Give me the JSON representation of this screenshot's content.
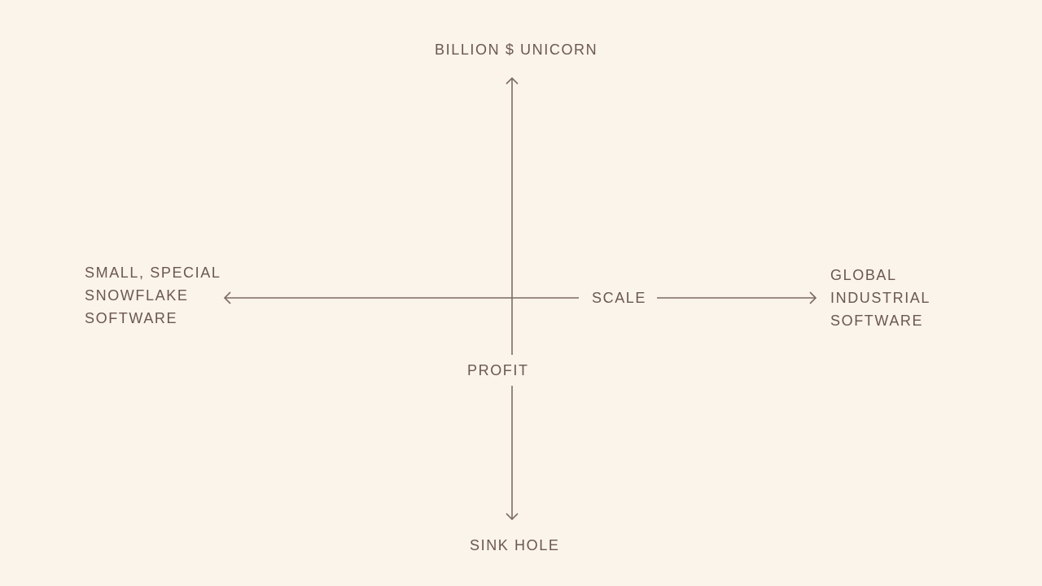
{
  "diagram": {
    "top_label": "BILLION $ UNICORN",
    "bottom_label": "SINK HOLE",
    "vertical_axis_label": "PROFIT",
    "horizontal_axis_label": "SCALE",
    "left_label_lines": [
      "SMALL, SPECIAL",
      "SNOWFLAKE",
      "SOFTWARE"
    ],
    "right_label_lines": [
      "GLOBAL",
      "INDUSTRIAL",
      "SOFTWARE"
    ]
  },
  "colors": {
    "background": "#fbf4ea",
    "text": "#6b5752",
    "lines": "#7d6a65"
  }
}
